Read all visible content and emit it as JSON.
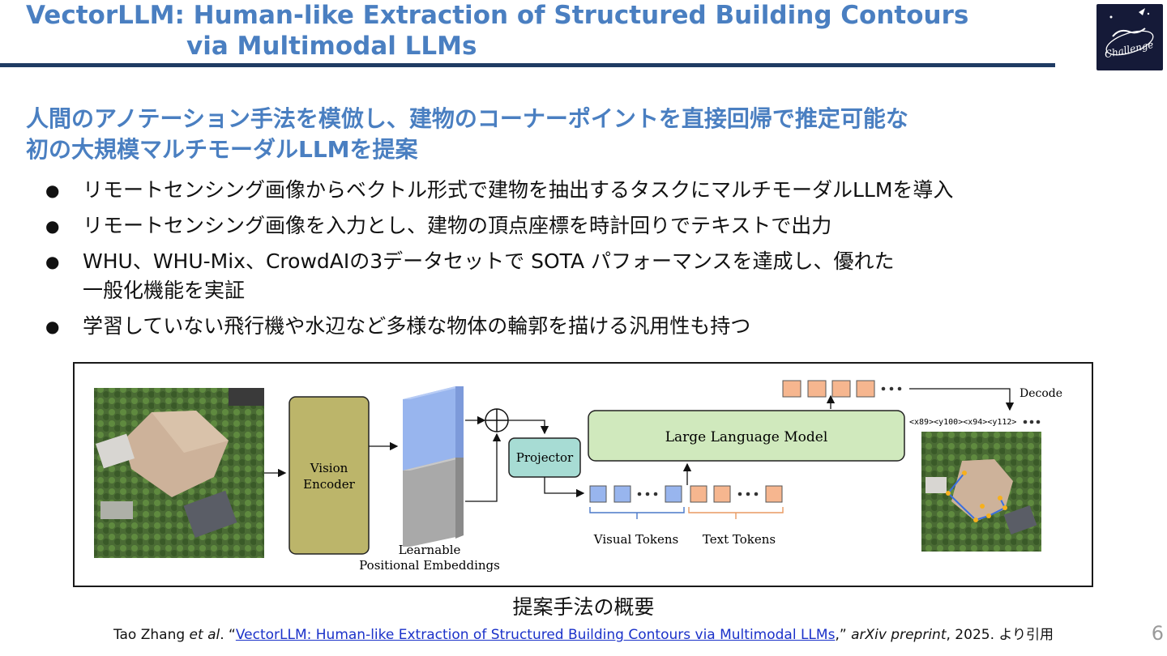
{
  "header": {
    "title_line1": "VectorLLM: Human-like Extraction of Structured Building Contours",
    "title_line2": "via Multimodal LLMs",
    "logo_label": "Challenge",
    "logo_icon": "challenge-logo-icon"
  },
  "subtitle": {
    "line1": "人間のアノテーション手法を模倣し、建物のコーナーポイントを直接回帰で推定可能な",
    "line2": "初の大規模マルチモーダルLLMを提案"
  },
  "bullets": [
    {
      "marker": "●",
      "text": "リモートセンシング画像からベクトル形式で建物を抽出するタスクにマルチモーダルLLMを導入"
    },
    {
      "marker": "●",
      "text": "リモートセンシング画像を入力とし、建物の頂点座標を時計回りでテキストで出力"
    },
    {
      "marker": "●",
      "text": "WHU、WHU-Mix、CrowdAIの3データセットで SOTA パフォーマンスを達成し、優れた",
      "text2": "一般化機能を実証"
    },
    {
      "marker": "●",
      "text": "学習していない飛行機や水辺など多様な物体の輪郭を描ける汎用性も持つ"
    }
  ],
  "figure": {
    "vision_encoder_l1": "Vision",
    "vision_encoder_l2": "Encoder",
    "learnable_l1": "Learnable",
    "learnable_l2": "Positional Embeddings",
    "projector": "Projector",
    "llm": "Large Language Model",
    "decode": "Decode",
    "coords": "<x89><y100><x94><y112>",
    "visual_tokens": "Visual Tokens",
    "text_tokens": "Text Tokens",
    "colors": {
      "olive": "#bcb56a",
      "blue": "#98b5ee",
      "gray": "#a9a9a9",
      "teal": "#a7dcd4",
      "green": "#d0e9bd",
      "orange": "#f6b68f"
    }
  },
  "caption": "提案手法の概要",
  "citation": {
    "author": "Tao Zhang ",
    "etal": "et al",
    "after_etal": ". “",
    "link": "VectorLLM: Human-like Extraction of Structured Building Contours via Multimodal LLMs",
    "after_link": ",” ",
    "venue": "arXiv preprint",
    "tail": ", 2025. より引用"
  },
  "page_number": "6"
}
